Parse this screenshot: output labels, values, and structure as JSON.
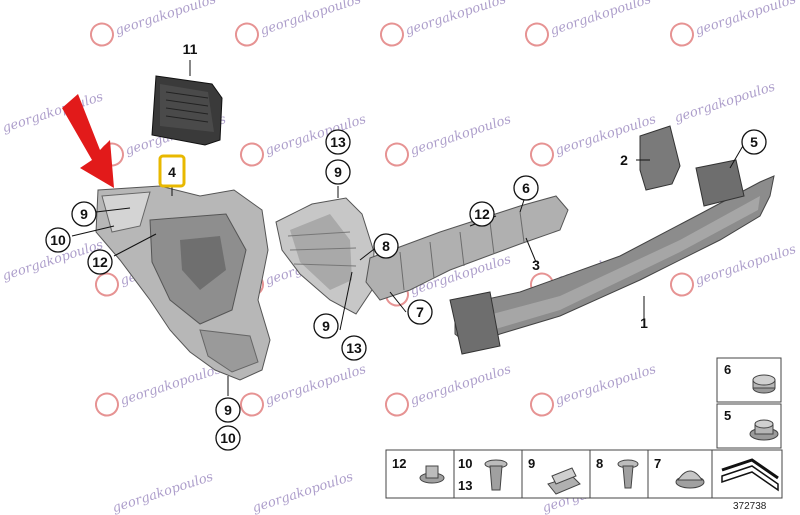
{
  "watermark": {
    "text": "georgakopoulos",
    "logo_color": "#d23b3b"
  },
  "arrow_color": "#e21a1a",
  "highlight_color": "#e8b800",
  "labels": {
    "part_1": "1",
    "part_2": "2",
    "part_3": "3",
    "part_4": "4",
    "part_5": "5",
    "part_6": "6",
    "part_7": "7",
    "part_8": "8",
    "part_9": "9",
    "part_10": "10",
    "part_11": "11",
    "part_12": "12",
    "part_13": "13"
  },
  "legend": {
    "right": [
      {
        "label": "6"
      },
      {
        "label": "5"
      }
    ],
    "bottom": [
      {
        "label": "12"
      },
      {
        "label": "10",
        "label2": "13"
      },
      {
        "label": "9"
      },
      {
        "label": "8"
      },
      {
        "label": "7"
      }
    ]
  },
  "reference_number": "372738"
}
